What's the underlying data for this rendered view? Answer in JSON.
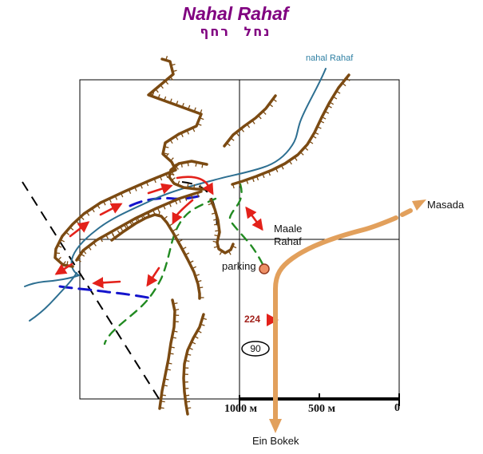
{
  "title": "Nahal Rahaf",
  "title_hebrew": "נחל רחף",
  "stream_label": "nahal Rahaf",
  "places": {
    "masada": "Masada",
    "maale_line1": "Maale",
    "maale_line2": "Rahaf",
    "parking": "parking",
    "ein_bokek": "Ein Bokek"
  },
  "roads": {
    "route_224": "224",
    "highway_90": "90"
  },
  "scale_bar": {
    "left": "1000 м",
    "middle": "500 м",
    "right": "0"
  },
  "colors": {
    "title": "#800080",
    "stream": "#2d6f91",
    "stream_label": "#2e7fa3",
    "cliff": "#7b4a12",
    "road": "#e2a05c",
    "trail_red": "#e3211a",
    "trail_blue": "#1414cc",
    "trail_green": "#218a21",
    "route224_text": "#a2231d",
    "grid": "#000000"
  }
}
